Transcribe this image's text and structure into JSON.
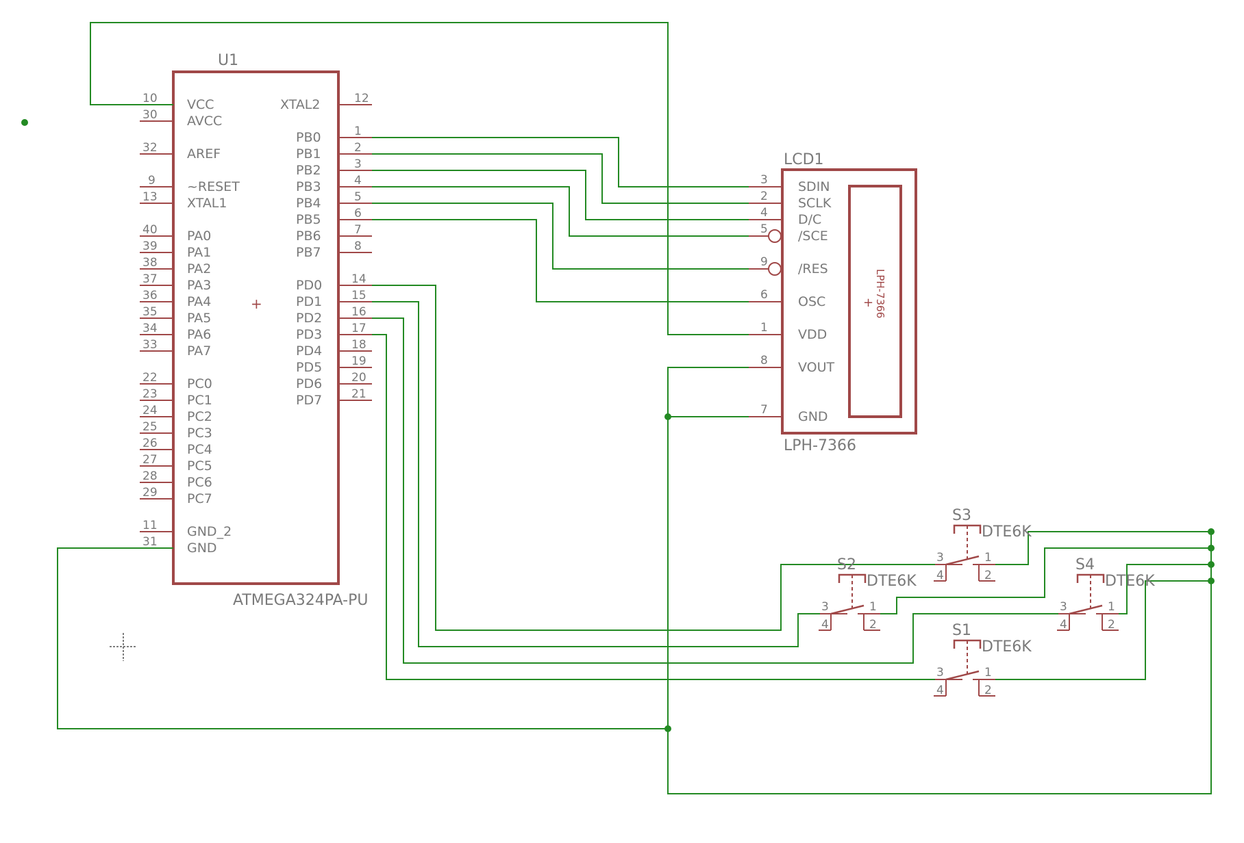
{
  "u1": {
    "ref": "U1",
    "part": "ATMEGA324PA-PU",
    "left_pins": [
      {
        "num": "10",
        "name": "VCC"
      },
      {
        "num": "30",
        "name": "AVCC"
      },
      {
        "num": "32",
        "name": "AREF"
      },
      {
        "num": "9",
        "name": "~RESET"
      },
      {
        "num": "13",
        "name": "XTAL1"
      },
      {
        "num": "40",
        "name": "PA0"
      },
      {
        "num": "39",
        "name": "PA1"
      },
      {
        "num": "38",
        "name": "PA2"
      },
      {
        "num": "37",
        "name": "PA3"
      },
      {
        "num": "36",
        "name": "PA4"
      },
      {
        "num": "35",
        "name": "PA5"
      },
      {
        "num": "34",
        "name": "PA6"
      },
      {
        "num": "33",
        "name": "PA7"
      },
      {
        "num": "22",
        "name": "PC0"
      },
      {
        "num": "23",
        "name": "PC1"
      },
      {
        "num": "24",
        "name": "PC2"
      },
      {
        "num": "25",
        "name": "PC3"
      },
      {
        "num": "26",
        "name": "PC4"
      },
      {
        "num": "27",
        "name": "PC5"
      },
      {
        "num": "28",
        "name": "PC6"
      },
      {
        "num": "29",
        "name": "PC7"
      },
      {
        "num": "11",
        "name": "GND_2"
      },
      {
        "num": "31",
        "name": "GND"
      }
    ],
    "right_pins": [
      {
        "num": "12",
        "name": "XTAL2"
      },
      {
        "num": "1",
        "name": "PB0"
      },
      {
        "num": "2",
        "name": "PB1"
      },
      {
        "num": "3",
        "name": "PB2"
      },
      {
        "num": "4",
        "name": "PB3"
      },
      {
        "num": "5",
        "name": "PB4"
      },
      {
        "num": "6",
        "name": "PB5"
      },
      {
        "num": "7",
        "name": "PB6"
      },
      {
        "num": "8",
        "name": "PB7"
      },
      {
        "num": "14",
        "name": "PD0"
      },
      {
        "num": "15",
        "name": "PD1"
      },
      {
        "num": "16",
        "name": "PD2"
      },
      {
        "num": "17",
        "name": "PD3"
      },
      {
        "num": "18",
        "name": "PD4"
      },
      {
        "num": "19",
        "name": "PD5"
      },
      {
        "num": "20",
        "name": "PD6"
      },
      {
        "num": "21",
        "name": "PD7"
      }
    ]
  },
  "lcd": {
    "ref": "LCD1",
    "part": "LPH-7366",
    "inner_label": "LPH-7366",
    "pins": [
      {
        "num": "3",
        "name": "SDIN"
      },
      {
        "num": "2",
        "name": "SCLK"
      },
      {
        "num": "4",
        "name": "D/C"
      },
      {
        "num": "5",
        "name": "/SCE"
      },
      {
        "num": "9",
        "name": "/RES"
      },
      {
        "num": "6",
        "name": "OSC"
      },
      {
        "num": "1",
        "name": "VDD"
      },
      {
        "num": "8",
        "name": "VOUT"
      },
      {
        "num": "7",
        "name": "GND"
      }
    ]
  },
  "switches": [
    {
      "ref": "S3",
      "part": "DTE6K",
      "p1": "1",
      "p2": "2",
      "p3": "3",
      "p4": "4"
    },
    {
      "ref": "S2",
      "part": "DTE6K",
      "p1": "1",
      "p2": "2",
      "p3": "3",
      "p4": "4"
    },
    {
      "ref": "S4",
      "part": "DTE6K",
      "p1": "1",
      "p2": "2",
      "p3": "3",
      "p4": "4"
    },
    {
      "ref": "S1",
      "part": "DTE6K",
      "p1": "1",
      "p2": "2",
      "p3": "3",
      "p4": "4"
    }
  ],
  "colors": {
    "wire": "#238a23",
    "component": "#a04848",
    "text": "#7a7a7a",
    "background": "#ffffff"
  }
}
